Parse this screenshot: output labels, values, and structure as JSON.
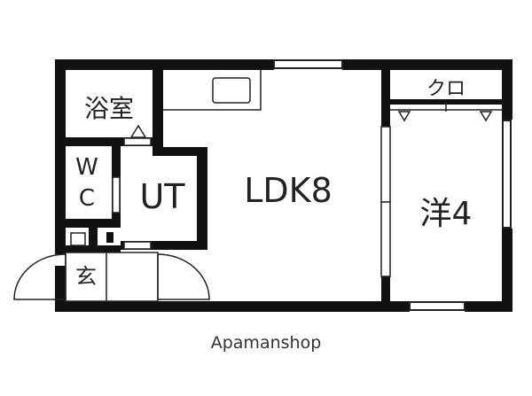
{
  "floorplan": {
    "rooms": {
      "bath": "浴室",
      "wc_top": "W",
      "wc_bottom": "C",
      "utility": "UT",
      "ldk": "LDK8",
      "western": "洋4",
      "closet": "クロ",
      "entrance": "玄"
    },
    "brand": "Apamanshop"
  },
  "colors": {
    "wall": "#111111",
    "line": "#222222",
    "background": "#ffffff"
  }
}
